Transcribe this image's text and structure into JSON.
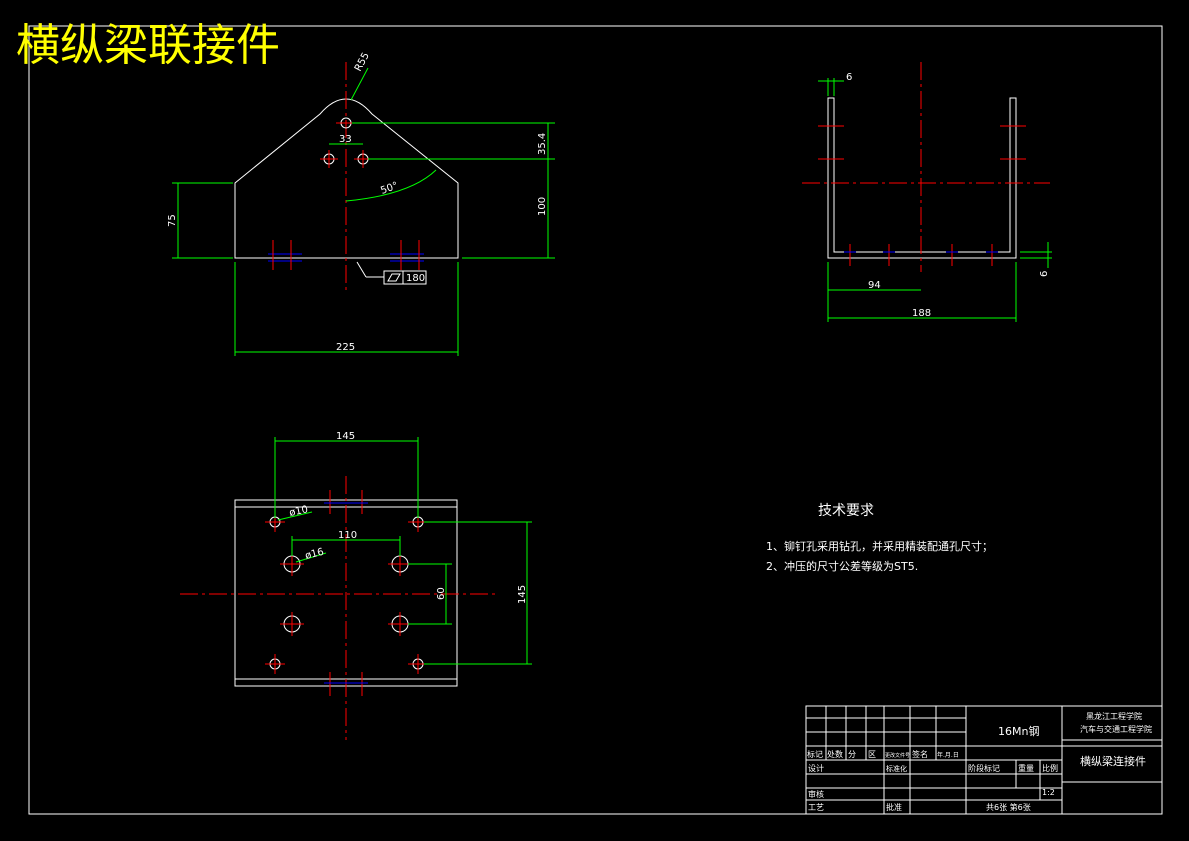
{
  "title": "横纵梁联接件",
  "colors": {
    "background": "#000000",
    "outline": "#ffffff",
    "dimension": "#00ff00",
    "centerline": "#ff0000",
    "hidden": "#0000ff",
    "title": "#ffff00"
  },
  "front_view": {
    "radius_label": "R55",
    "dim_33": "33",
    "dim_35_4": "35.4",
    "angle_label": "50°",
    "dim_100": "100",
    "dim_75": "75",
    "dim_225": "225",
    "flatness_value": "180"
  },
  "side_view": {
    "dim_6_top": "6",
    "dim_6_right": "6",
    "dim_94": "94",
    "dim_188": "188"
  },
  "bottom_view": {
    "dim_145_top": "145",
    "dia_10": "ø10",
    "dim_110": "110",
    "dia_16": "ø16",
    "dim_60": "60",
    "dim_145_right": "145"
  },
  "technical_requirements": {
    "heading": "技术要求",
    "items": [
      "1、铆钉孔采用钻孔，并采用精装配通孔尺寸；",
      "2、冲压的尺寸公差等级为ST5."
    ]
  },
  "title_block": {
    "material": "16Mn钢",
    "school_line1": "黑龙江工程学院",
    "school_line2": "汽车与交通工程学院",
    "part_name": "横纵梁连接件",
    "row_labels": [
      "标记",
      "处数",
      "分",
      "区",
      "更改文件号",
      "签名",
      "年.月.日"
    ],
    "design": "设计",
    "standardize": "标准化",
    "stage_mark": "阶段标记",
    "weight": "重量",
    "ratio": "比例",
    "scale": "1:2",
    "review": "审核",
    "process": "工艺",
    "approve": "批准",
    "sheets": "共6张  第6张"
  }
}
